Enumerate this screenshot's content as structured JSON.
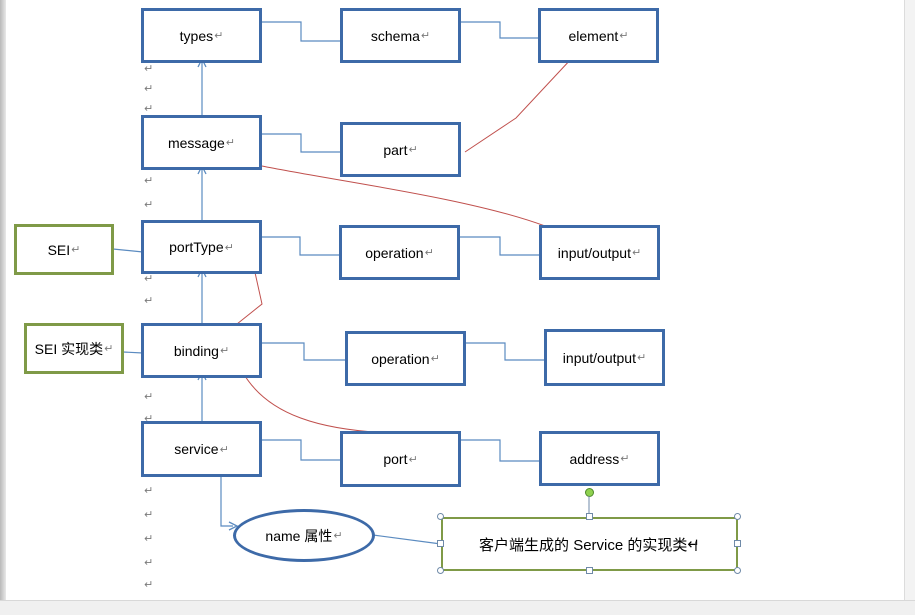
{
  "nodes": {
    "types": "types",
    "schema": "schema",
    "element": "element",
    "message": "message",
    "part": "part",
    "sei": "SEI",
    "portType": "portType",
    "operation_porttype": "operation",
    "input_output_porttype": "input/output",
    "sei_impl": "SEI 实现类",
    "binding": "binding",
    "operation_binding": "operation",
    "input_output_binding": "input/output",
    "service": "service",
    "port": "port",
    "address": "address",
    "name_attr": "name 属性",
    "client_note": "客户端生成的 Service 的实现类"
  },
  "return_mark": "↵",
  "colors": {
    "box_border": "#3d6aa8",
    "green_border": "#7f9a47",
    "connector": "#3d6aa8",
    "relation": "#c0504d"
  }
}
